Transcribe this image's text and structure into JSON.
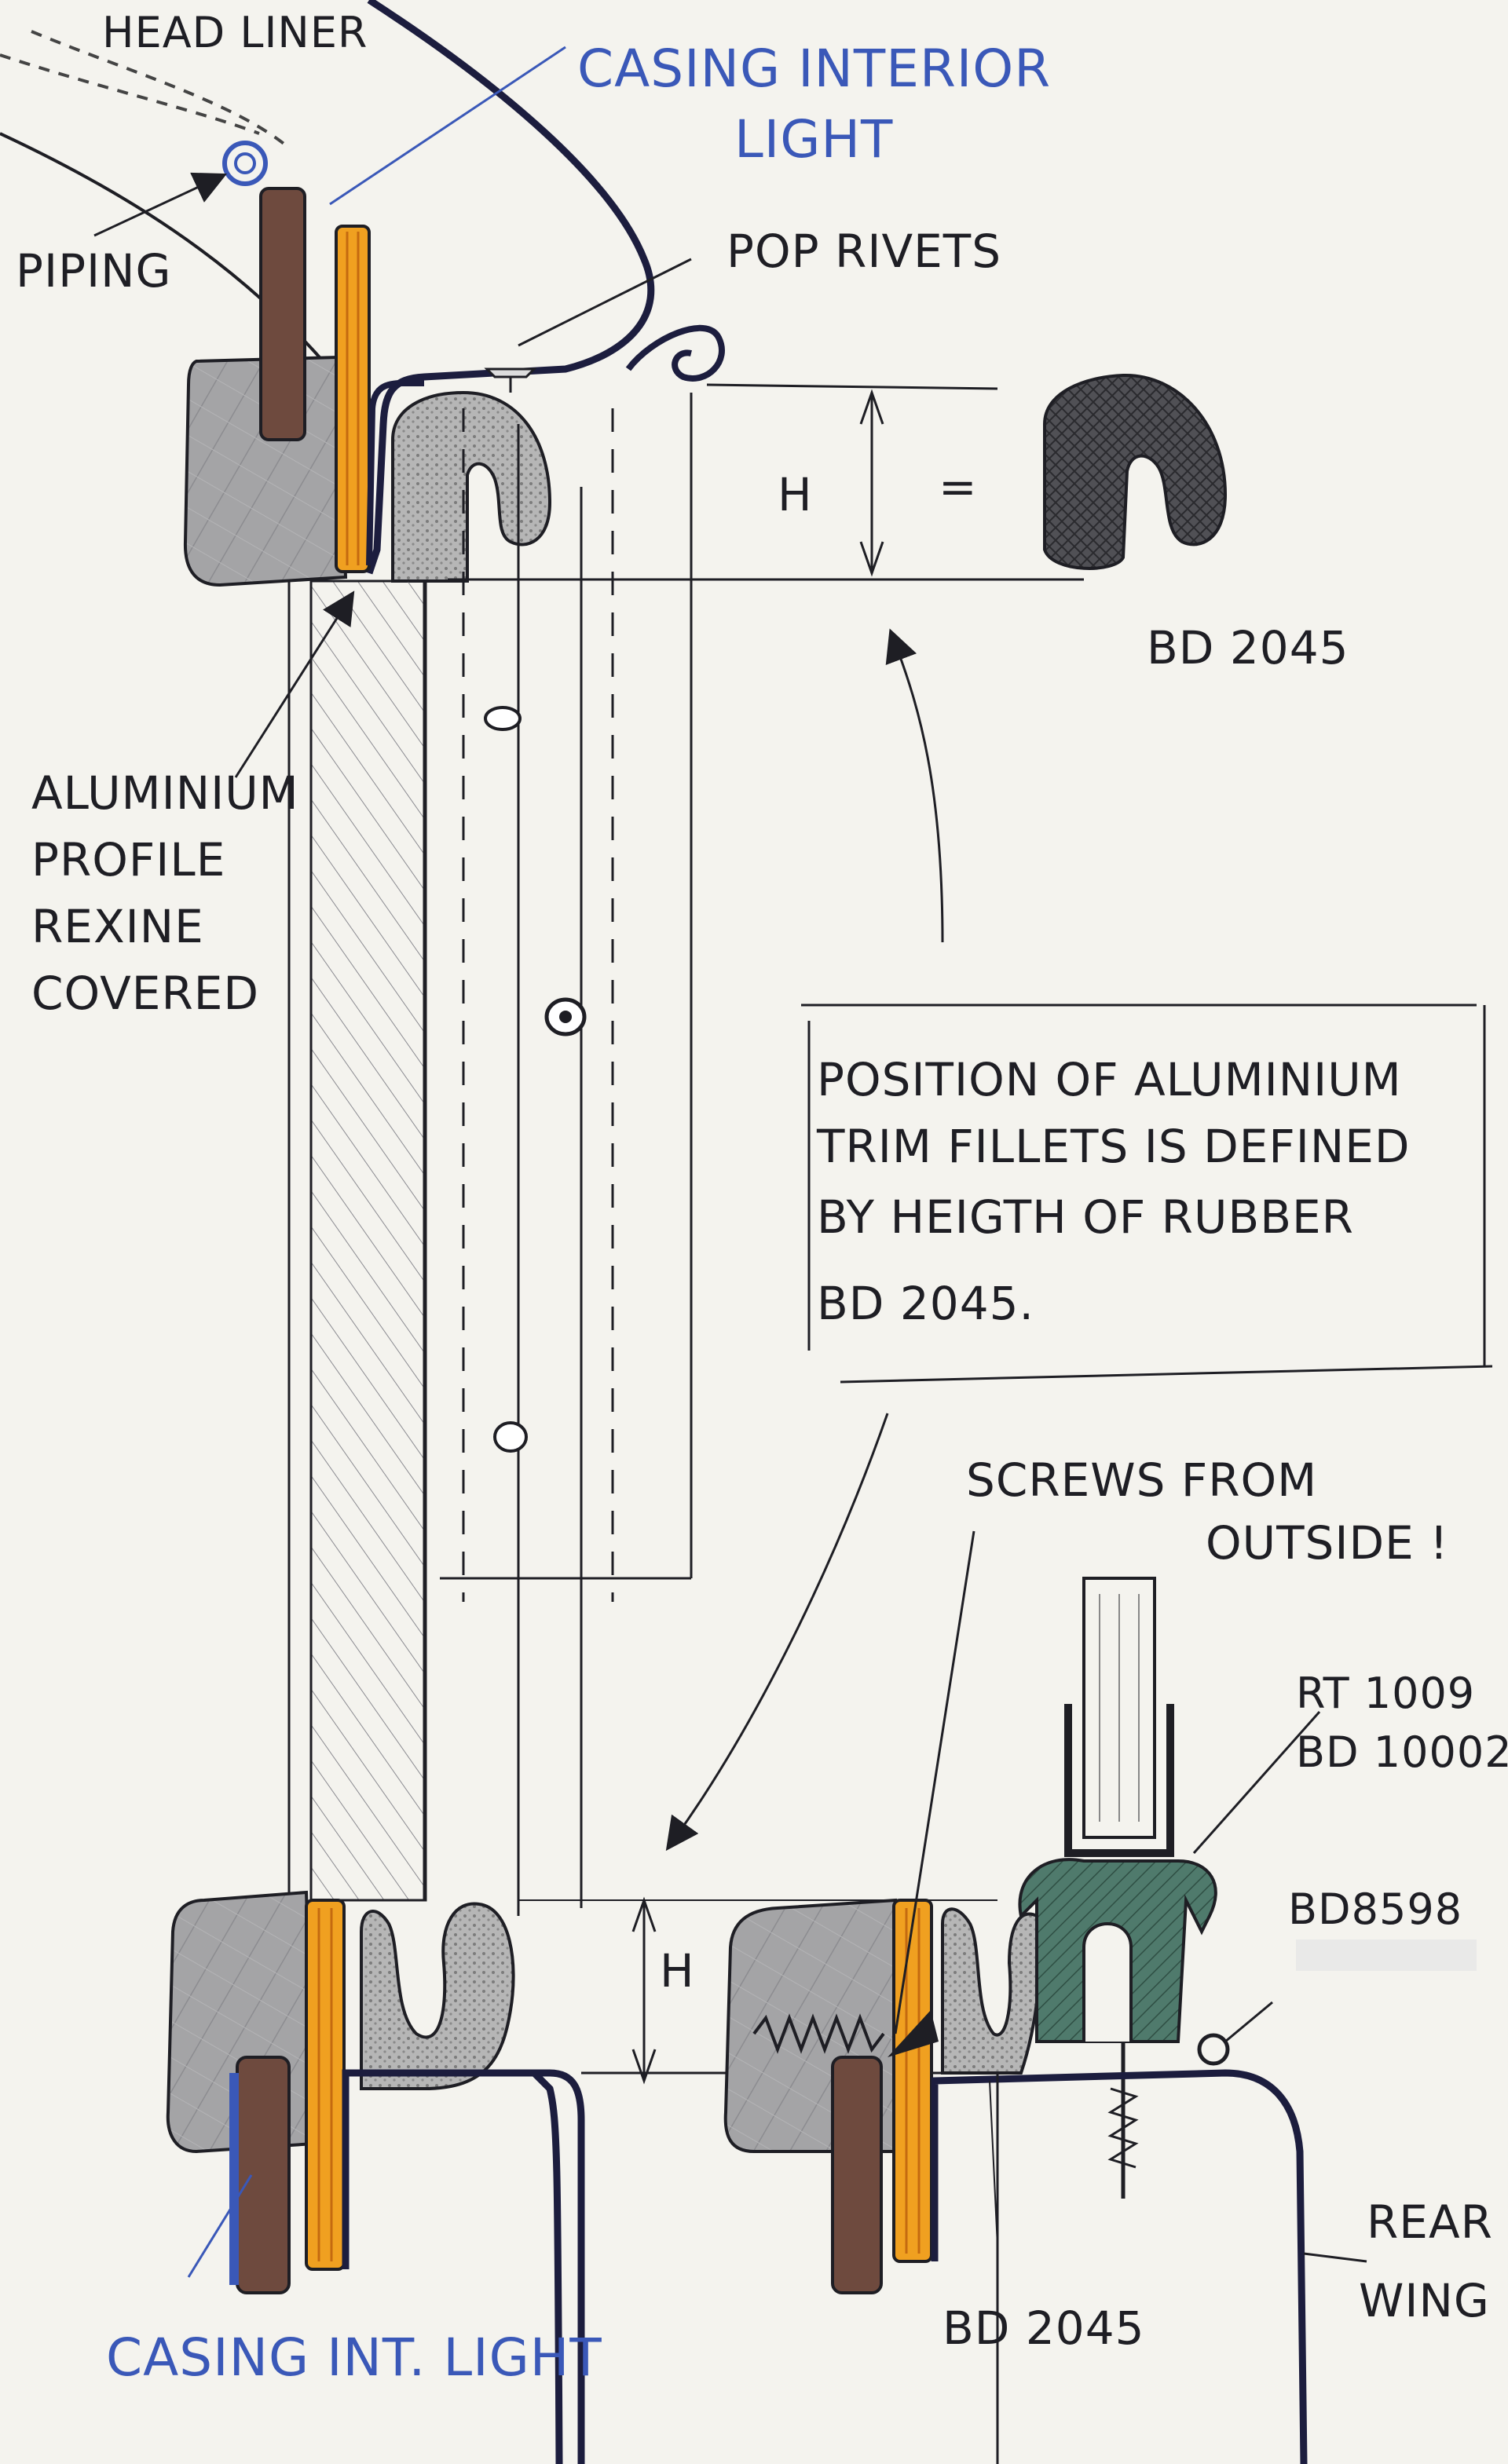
{
  "labels": {
    "head_liner": "HEAD LINER",
    "casing_interior_light_1": "CASING INTERIOR",
    "casing_interior_light_2": "LIGHT",
    "piping": "PIPING",
    "pop_rivets": "POP RIVETS",
    "h_top": "H",
    "equals": "=",
    "bd2045_top": "BD 2045",
    "aluminium_profile_1": "ALUMINIUM",
    "aluminium_profile_2": "PROFILE",
    "aluminium_profile_3": "REXINE",
    "aluminium_profile_4": "COVERED",
    "note_1": "POSITION OF ALUMINIUM",
    "note_2": "TRIM FILLETS IS DEFINED",
    "note_3": "BY HEIGTH OF RUBBER",
    "note_4": "BD 2045.",
    "screws_1": "SCREWS FROM",
    "screws_2": "OUTSIDE !",
    "rt1009": "RT 1009",
    "bd10002": "BD 10002",
    "bd8598": "BD8598",
    "h_bottom": "H",
    "rear_wing_1": "REAR",
    "rear_wing_2": "WING",
    "casing_int_light": "CASING INT. LIGHT",
    "bd2045_bottom": "BD 2045"
  },
  "colors": {
    "paper": "#f4f3ee",
    "ink": "#1e1e24",
    "navy_ink": "#1c1d3e",
    "blue_label": "#3a58b8",
    "rubber_grey": "#9a9a9a",
    "foam_grey": "#b9b9b9",
    "wood_brown": "#6e4a3e",
    "orange_trim": "#f0a020",
    "green_seal": "#4f7a6c",
    "dark_rubber": "#3f3f44"
  },
  "icons": [
    "upholstery-block",
    "trim-strip",
    "rubber-profile",
    "pop-rivet",
    "screw",
    "arrow",
    "dimension-arrow"
  ]
}
